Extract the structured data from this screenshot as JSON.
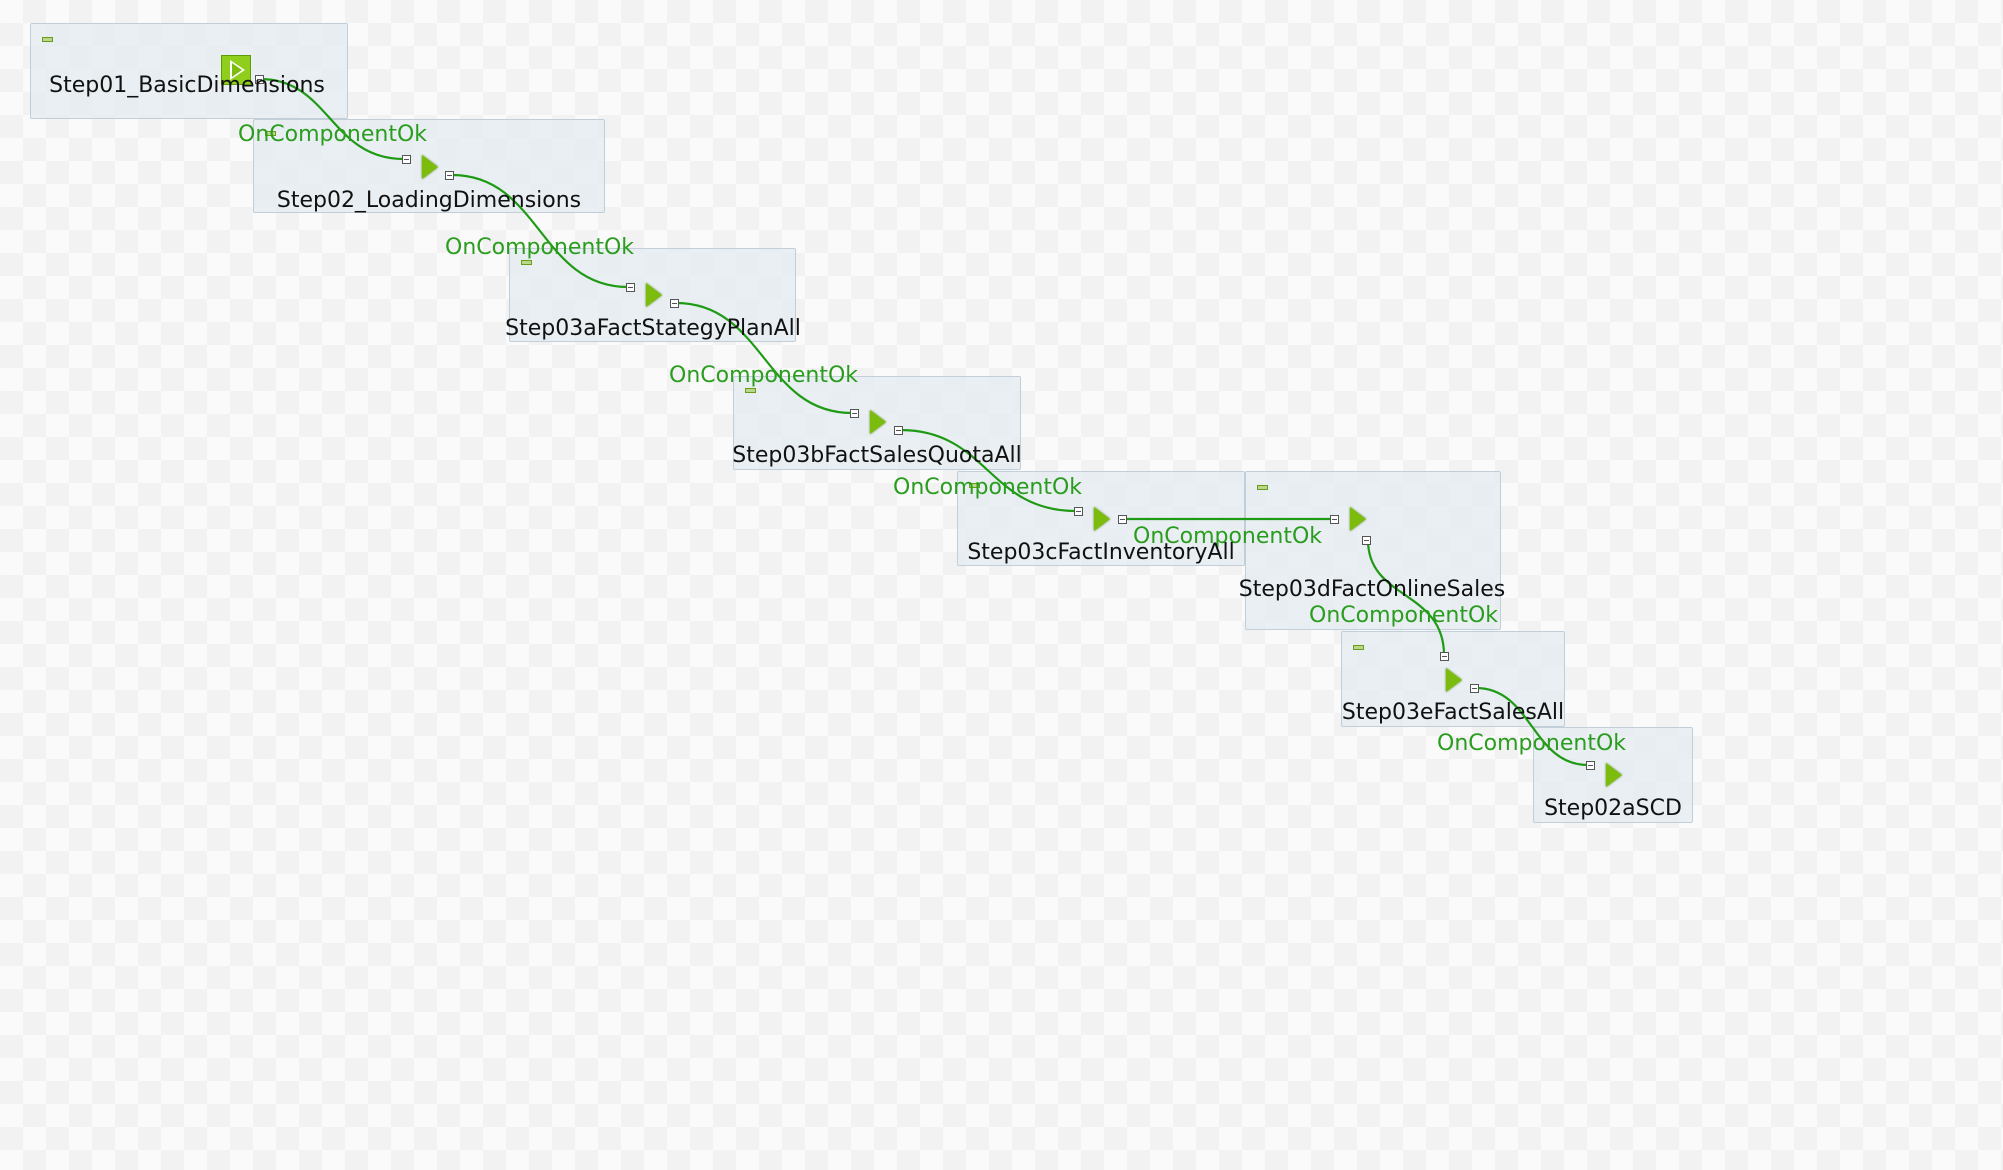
{
  "nodes": [
    {
      "label": "Step01_BasicDimensions"
    },
    {
      "label": "Step02_LoadingDimensions"
    },
    {
      "label": "Step03aFactStategyPlanAll"
    },
    {
      "label": "Step03bFactSalesQuotaAll"
    },
    {
      "label": "Step03cFactInventoryAll"
    },
    {
      "label": "Step03dFactOnlineSales"
    },
    {
      "label": "Step03eFactSalesAll"
    },
    {
      "label": "Step02aSCD"
    }
  ],
  "connections": [
    {
      "label": "OnComponentOk"
    },
    {
      "label": "OnComponentOk"
    },
    {
      "label": "OnComponentOk"
    },
    {
      "label": "OnComponentOk"
    },
    {
      "label": "OnComponentOk"
    },
    {
      "label": "OnComponentOk"
    },
    {
      "label": "OnComponentOk"
    }
  ],
  "colors": {
    "link": "#1f9a14",
    "link_label": "#2a9d1e",
    "component_icon": "#7cbc0e",
    "subjob_fill": "#e2eaf0"
  },
  "icons": {
    "component": "run-job-icon",
    "port": "connector-port-icon",
    "collapse": "collapse-subjob-icon"
  }
}
